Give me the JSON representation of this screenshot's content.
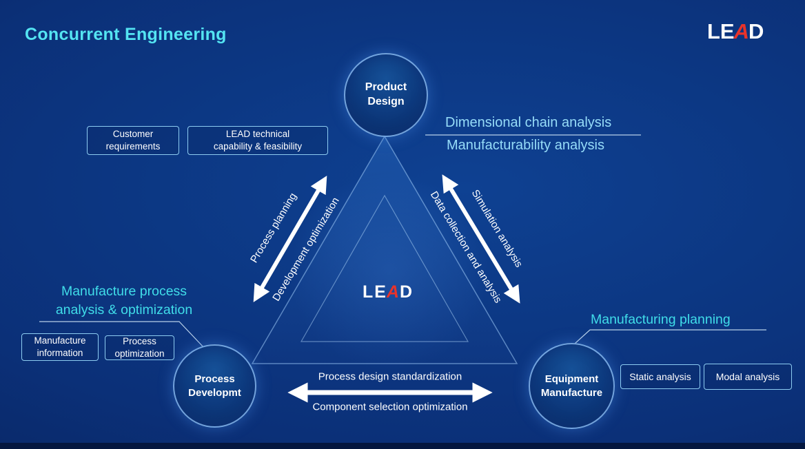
{
  "title": "Concurrent Engineering",
  "logo": {
    "le": "LE",
    "a": "A",
    "d": "D"
  },
  "center_logo": {
    "le": "LE",
    "a": "A",
    "d": "D"
  },
  "nodes": {
    "product": {
      "line1": "Product",
      "line2": "Design"
    },
    "process": {
      "line1": "Process",
      "line2": "Developmt"
    },
    "equipment": {
      "line1": "Equipment",
      "line2": "Manufacture"
    }
  },
  "top_boxes": {
    "customer": {
      "line1": "Customer",
      "line2": "requirements"
    },
    "lead_tech": {
      "line1": "LEAD technical",
      "line2": "capability & feasibility"
    }
  },
  "product_annotation": {
    "line1": "Dimensional chain analysis",
    "line2": "Manufacturability analysis"
  },
  "process_annotation": {
    "line1": "Manufacture process",
    "line2": "analysis & optimization"
  },
  "equipment_annotation": {
    "label": "Manufacturing planning"
  },
  "left_boxes": {
    "manufacture_info": {
      "line1": "Manufacture",
      "line2": "information"
    },
    "process_opt": {
      "line1": "Process",
      "line2": "optimization"
    }
  },
  "right_boxes": {
    "static_analysis": "Static analysis",
    "modal_analysis": "Modal analysis"
  },
  "edges": {
    "left": {
      "outer": "Process planning",
      "inner": "Development optimization"
    },
    "right": {
      "outer": "Simulation analysis",
      "inner": "Data collection and analysis"
    },
    "bottom": {
      "top": "Process design standardization",
      "bottom": "Component selection optimization"
    }
  },
  "colors": {
    "accent_cyan": "#40dde9",
    "light_blue": "#96dcf8",
    "logo_red": "#e8332a",
    "arrow_white": "#ffffff",
    "background_blue": "#0b3078"
  }
}
